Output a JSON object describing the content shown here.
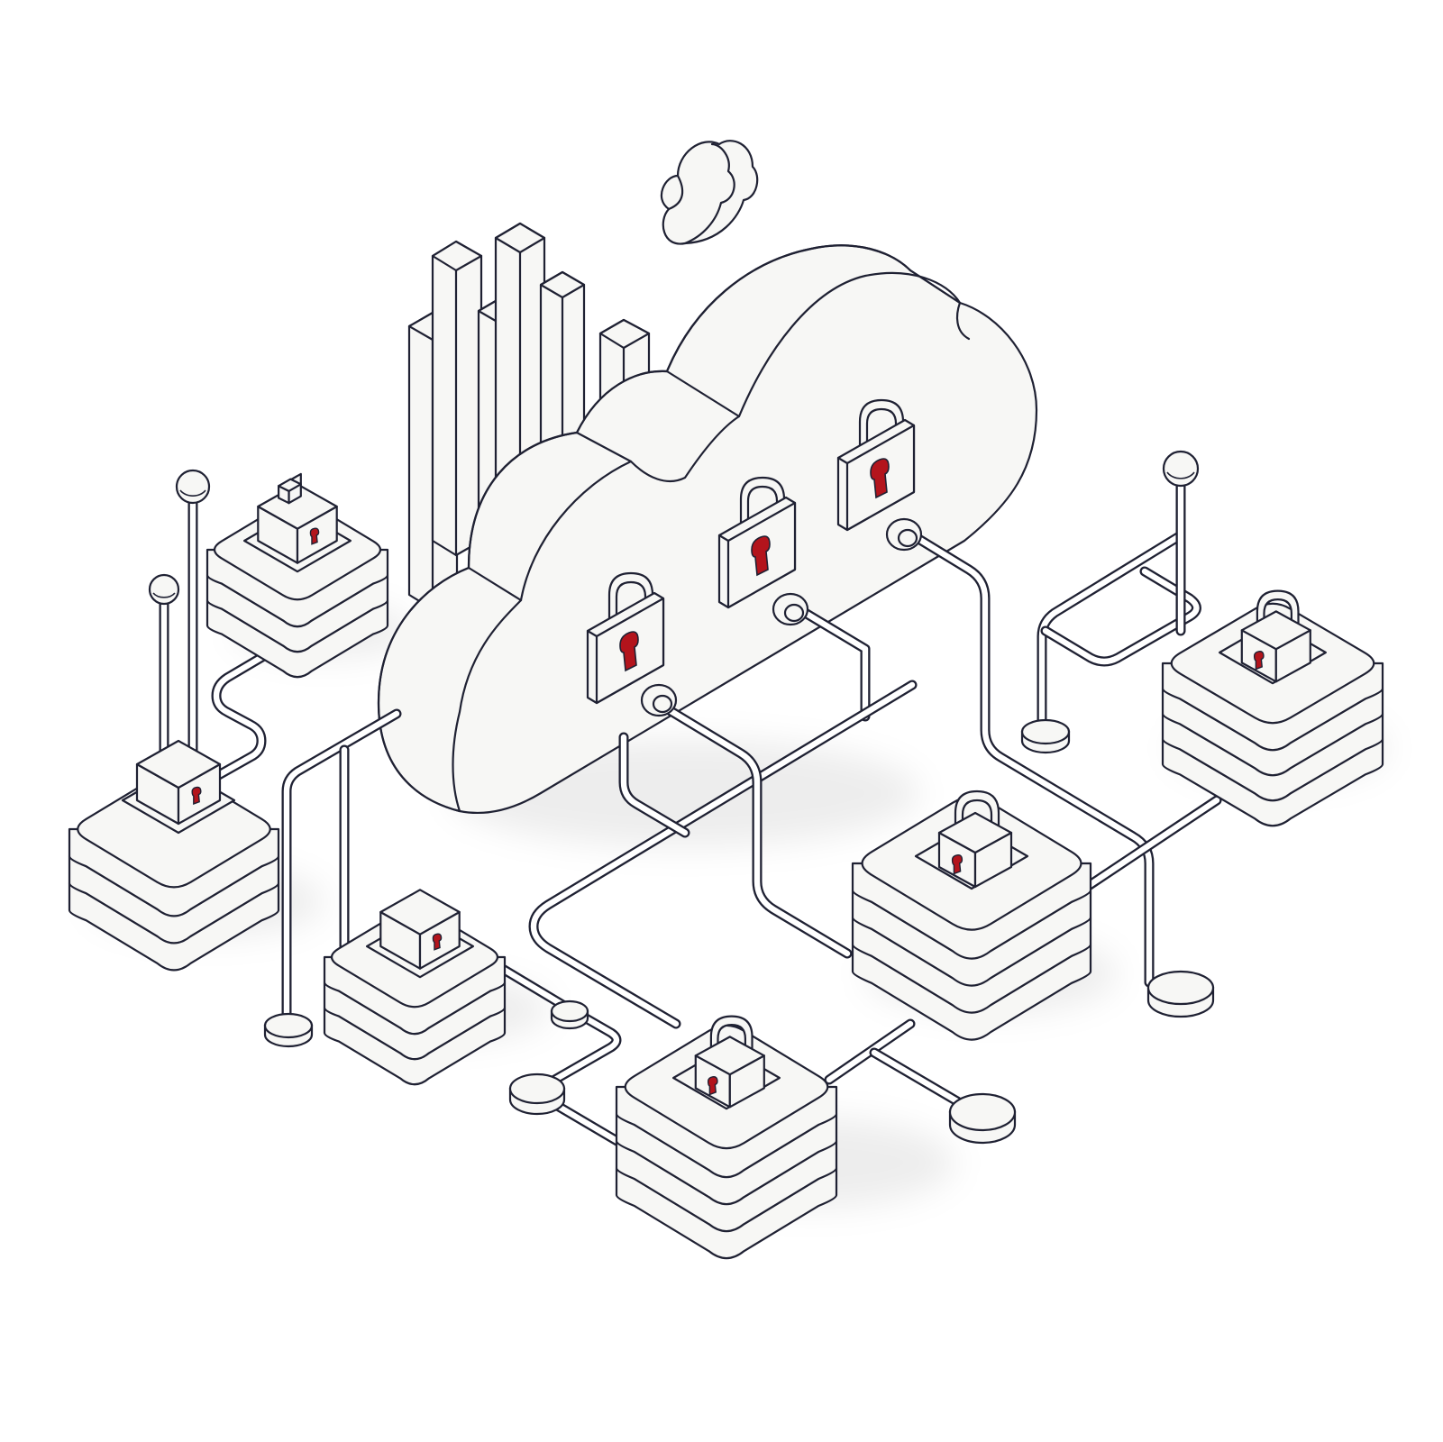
{
  "palette": {
    "outline": "#1f2133",
    "surface": "#f7f7f5",
    "background": "#ffffff",
    "keyhole_accent": "#b3141c"
  },
  "scene": {
    "icons": [
      "cloud-icon",
      "small-cloud-icon",
      "bar-towers-icon",
      "padlock-icon",
      "server-stack-icon",
      "lockbox-icon",
      "pipe-connector-icon",
      "node-pin-icon"
    ],
    "cloud_padlock_count": 3,
    "server_stack_count": 6,
    "node_disc_count": 6
  }
}
